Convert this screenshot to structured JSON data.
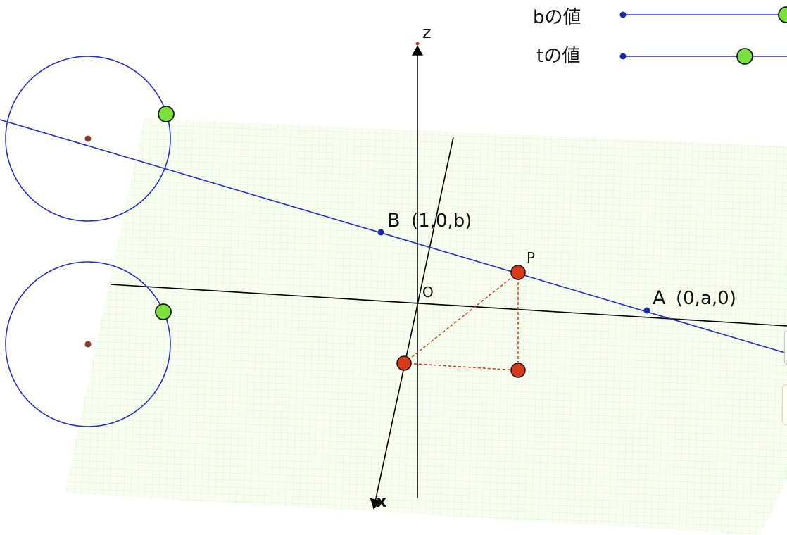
{
  "sliders": {
    "b": {
      "label": "bの値"
    },
    "t": {
      "label": "tの値"
    }
  },
  "axes": {
    "z_label": "z",
    "x_label": "x",
    "origin_label": "O"
  },
  "points": {
    "B": {
      "name": "B",
      "coords": "(1,0,b)"
    },
    "A": {
      "name": "A",
      "coords": "(0,a,0)"
    },
    "P": {
      "name": "P"
    }
  },
  "colors": {
    "line": "#2030c8",
    "point_red": "#d63a1a",
    "handle_green": "#7be03c",
    "grid": "#d8f0c0",
    "plane": "#f7fdf0",
    "axis": "#000000",
    "center_dot": "#8b3a2a"
  }
}
